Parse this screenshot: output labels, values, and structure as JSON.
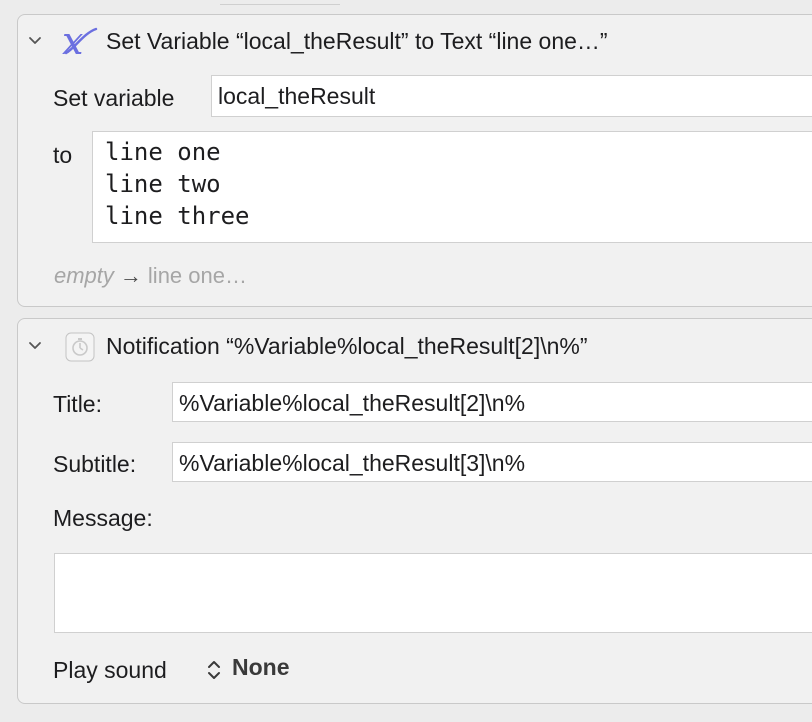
{
  "set_variable_action": {
    "title_prefix": "Set Variable “local_theResult” to Text “line one…”",
    "set_variable_label": "Set variable",
    "variable_name": "local_theResult",
    "to_label": "to",
    "text_lines": [
      "line one",
      "line two",
      "line three"
    ],
    "preview_empty": "empty",
    "preview_arrow": "→",
    "preview_result": "line one…",
    "icon": "variable-x-icon",
    "icon_color": "#6b6fe0"
  },
  "notification_action": {
    "title": "Notification “%Variable%local_theResult[2]\\n%”",
    "title_label": "Title:",
    "title_value": "%Variable%local_theResult[2]\\n%",
    "subtitle_label": "Subtitle:",
    "subtitle_value": "%Variable%local_theResult[3]\\n%",
    "message_label": "Message:",
    "message_value": "",
    "play_sound_label": "Play sound",
    "play_sound_value": "None",
    "icon": "notification-icon"
  }
}
